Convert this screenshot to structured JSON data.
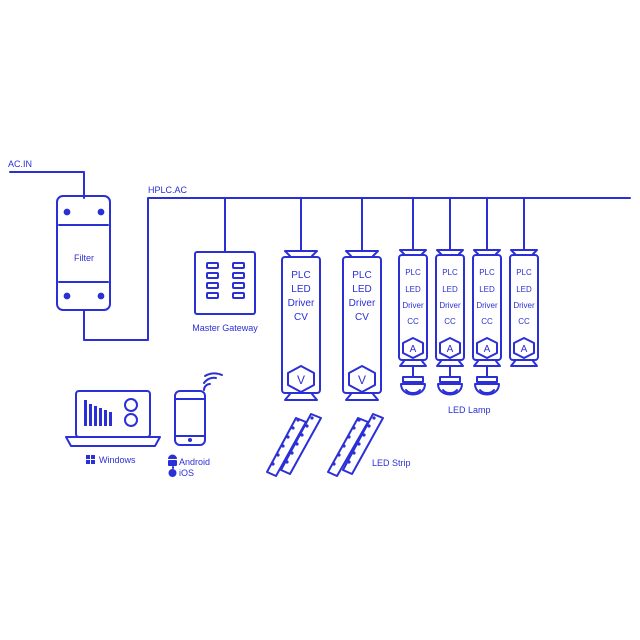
{
  "colors": {
    "stroke": "#2b2fd6",
    "fill": "#2b2fd6",
    "background": "#ffffff",
    "accent": "#3a7bd5"
  },
  "labels": {
    "ac_in": "AC.IN",
    "hplc_ac": "HPLC.AC",
    "filter": "Filter",
    "master_gateway": "Master Gateway",
    "led_lamp": "LED Lamp",
    "led_strip": "LED Strip",
    "windows": "Windows",
    "android": "Android",
    "ios": "iOS"
  },
  "drivers_cv": [
    {
      "lines": [
        "PLC",
        "LED",
        "Driver",
        "CV"
      ],
      "badge": "V"
    },
    {
      "lines": [
        "PLC",
        "LED",
        "Driver",
        "CV"
      ],
      "badge": "V"
    }
  ],
  "drivers_cc": [
    {
      "lines": [
        "PLC",
        "LED",
        "Driver",
        "CC"
      ],
      "badge": "A"
    },
    {
      "lines": [
        "PLC",
        "LED",
        "Driver",
        "CC"
      ],
      "badge": "A"
    },
    {
      "lines": [
        "PLC",
        "LED",
        "Driver",
        "CC"
      ],
      "badge": "A"
    },
    {
      "lines": [
        "PLC",
        "LED",
        "Driver",
        "CC"
      ],
      "badge": "A"
    }
  ],
  "icons": [
    "filter-icon",
    "gateway-panel-icon",
    "laptop-icon",
    "phone-icon",
    "wifi-icon",
    "windows-logo-icon",
    "android-logo-icon",
    "apple-logo-icon",
    "led-strip-icon",
    "led-lamp-icon"
  ]
}
